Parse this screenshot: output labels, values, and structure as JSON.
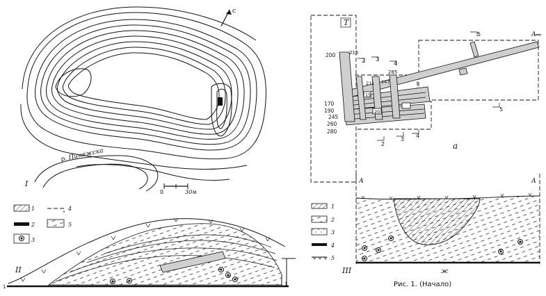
{
  "caption": "Рис. 1. (Начало)",
  "figure_I": {
    "label": "I",
    "river_label": "р. Пинежска",
    "north_label": "с",
    "scale_zero": "0",
    "scale_end": "30м"
  },
  "figure_a": {
    "label": "а",
    "section_T": "Т",
    "section_A": "А",
    "section_labels": [
      "2",
      "3",
      "4",
      "5",
      "2",
      "3",
      "4",
      "5"
    ],
    "depths": [
      "200",
      "215",
      "170",
      "190",
      "245",
      "260",
      "280",
      "285"
    ],
    "inner_numbers": [
      "211",
      "247",
      "15",
      "20"
    ]
  },
  "legend_left": {
    "items": [
      {
        "num": "1"
      },
      {
        "num": "2"
      },
      {
        "num": "3"
      },
      {
        "num": "4"
      },
      {
        "num": "5"
      }
    ]
  },
  "figure_II": {
    "label": "II",
    "end_left": "1",
    "end_right": "1"
  },
  "legend_right": {
    "items": [
      {
        "num": "1"
      },
      {
        "num": "2"
      },
      {
        "num": "3"
      },
      {
        "num": "4"
      },
      {
        "num": "5"
      }
    ]
  },
  "figure_III": {
    "label": "III",
    "corner_left": "А",
    "corner_right": "А",
    "base_label": "ж"
  }
}
